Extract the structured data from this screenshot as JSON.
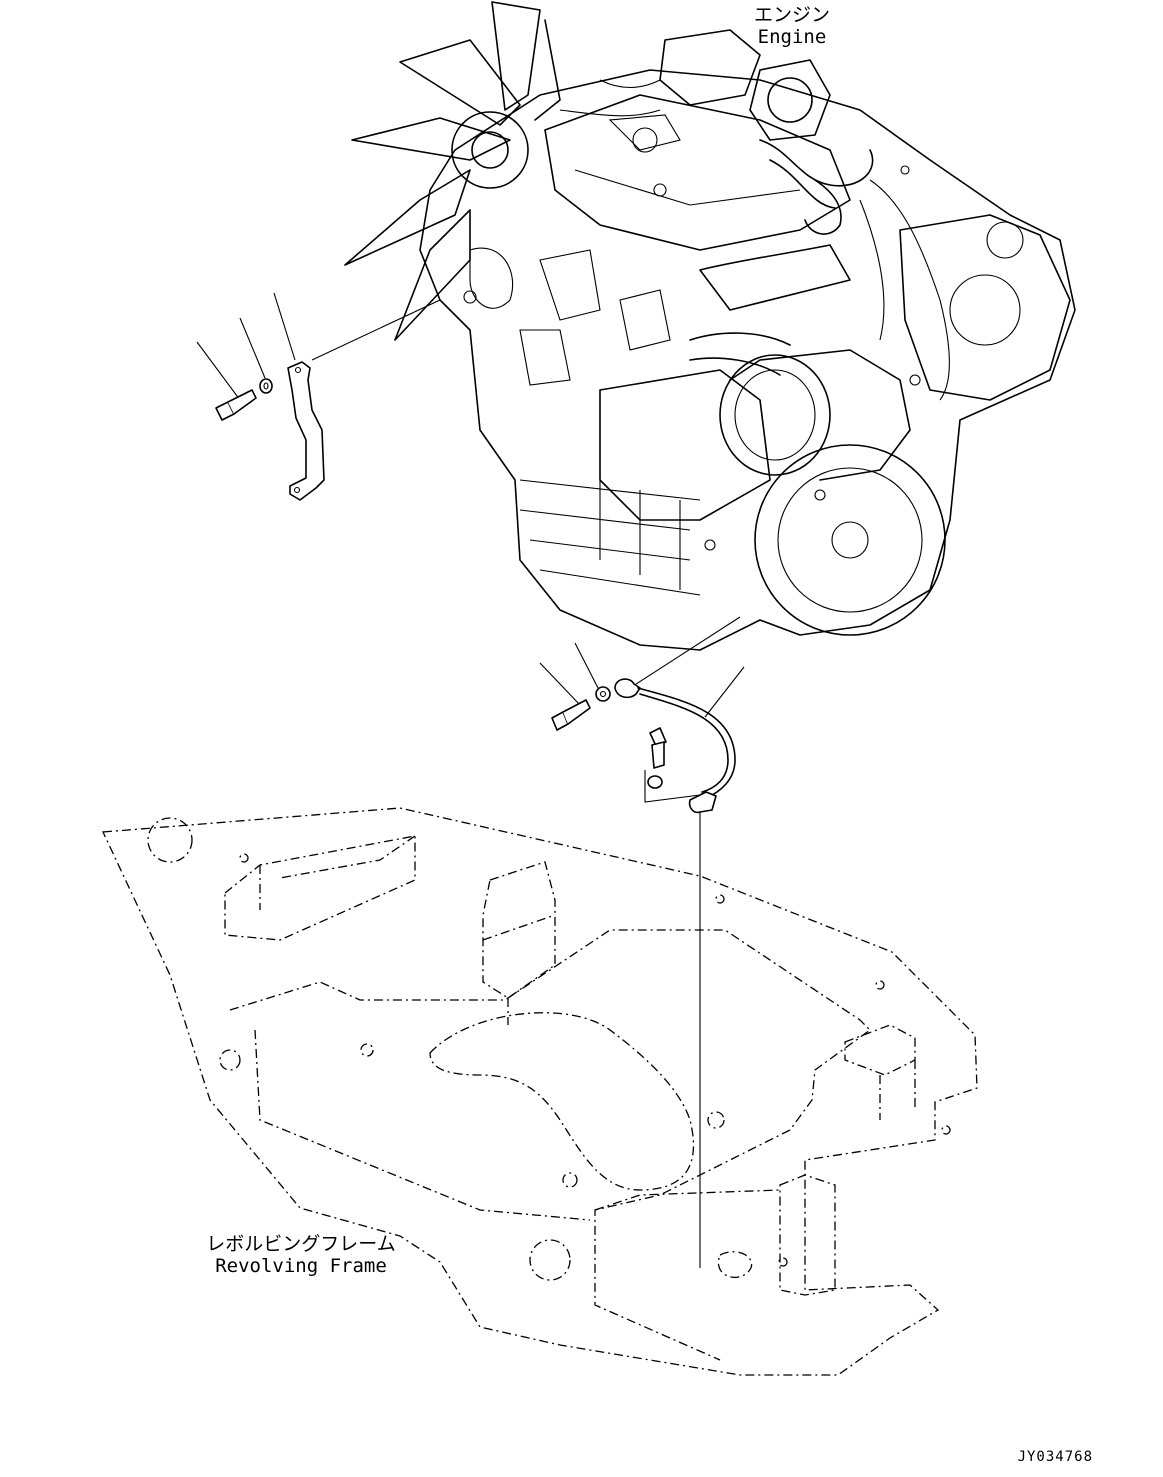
{
  "labels": {
    "engine_jp": "エンジン",
    "engine_en": "Engine",
    "frame_jp": "レボルビングフレーム",
    "frame_en": "Revolving Frame"
  },
  "drawing_number": "JY034768"
}
